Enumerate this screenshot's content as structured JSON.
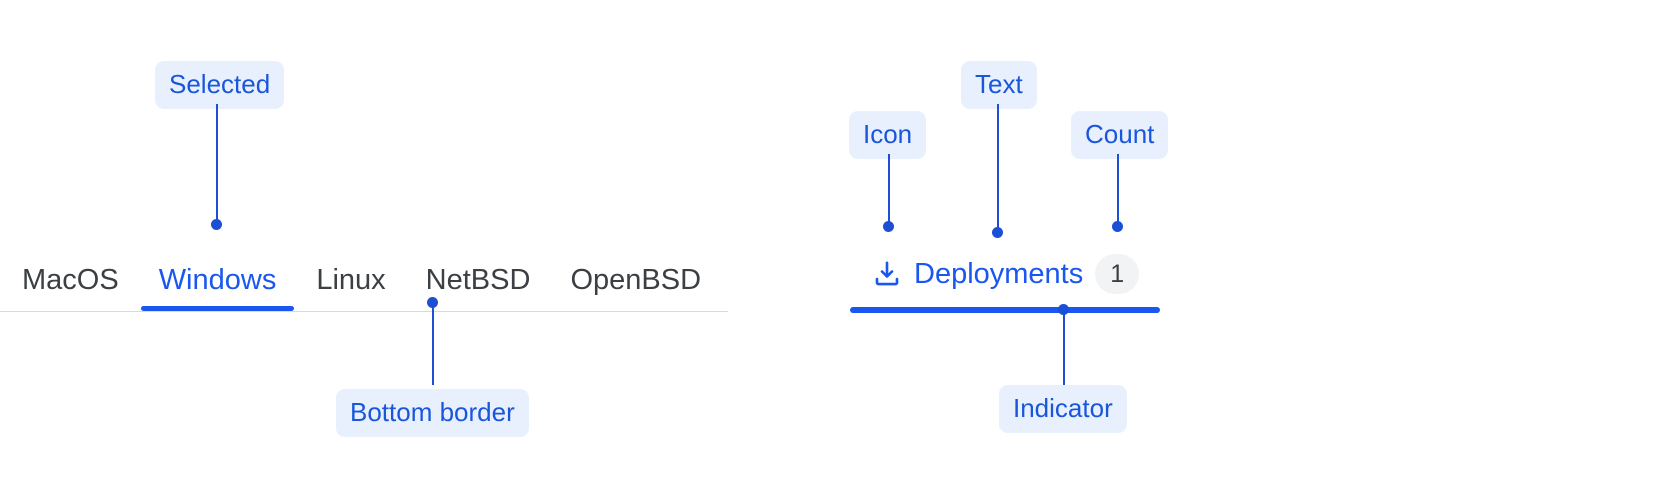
{
  "left_tabs": {
    "items": [
      {
        "label": "MacOS",
        "selected": false
      },
      {
        "label": "Windows",
        "selected": true
      },
      {
        "label": "Linux",
        "selected": false
      },
      {
        "label": "NetBSD",
        "selected": false
      },
      {
        "label": "OpenBSD",
        "selected": false
      }
    ]
  },
  "right_tab": {
    "icon": "download-icon",
    "label": "Deployments",
    "count": "1"
  },
  "annotations": [
    {
      "id": "selected",
      "label": "Selected"
    },
    {
      "id": "bottom-border",
      "label": "Bottom border"
    },
    {
      "id": "icon",
      "label": "Icon"
    },
    {
      "id": "text",
      "label": "Text"
    },
    {
      "id": "count",
      "label": "Count"
    },
    {
      "id": "indicator",
      "label": "Indicator"
    }
  ],
  "colors": {
    "accent_blue": "#1a56f0",
    "annotation_blue": "#1a4fd6",
    "annotation_pill_bg": "#e8f0fe",
    "tab_text": "#3c4043",
    "border_gray": "#d8dadd",
    "badge_bg": "#f1f3f4"
  }
}
